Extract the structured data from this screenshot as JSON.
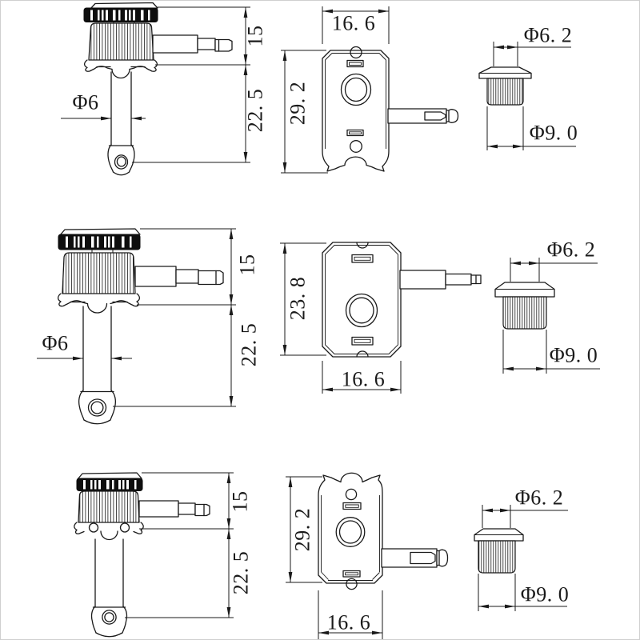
{
  "drawing": {
    "background": "#ffffff",
    "line_color": "#1a1a1a",
    "knob_color": "#0e0e0e"
  },
  "rows": [
    {
      "side_view": {
        "post_diameter": "Φ6",
        "upper_height": "15",
        "post_length": "22. 5"
      },
      "plate_view": {
        "width": "16. 6",
        "height": "29. 2"
      },
      "bushing_view": {
        "inner_diameter": "Φ6. 2",
        "outer_diameter": "Φ9. 0"
      }
    },
    {
      "side_view": {
        "post_diameter": "Φ6",
        "upper_height": "15",
        "post_length": "22. 5"
      },
      "plate_view": {
        "width": "16. 6",
        "height": "23. 8"
      },
      "bushing_view": {
        "inner_diameter": "Φ6. 2",
        "outer_diameter": "Φ9. 0"
      }
    },
    {
      "side_view": {
        "upper_height": "15",
        "post_length": "22. 5"
      },
      "plate_view": {
        "width": "16. 6",
        "height": "29. 2"
      },
      "bushing_view": {
        "inner_diameter": "Φ6. 2",
        "outer_diameter": "Φ9. 0"
      }
    }
  ]
}
